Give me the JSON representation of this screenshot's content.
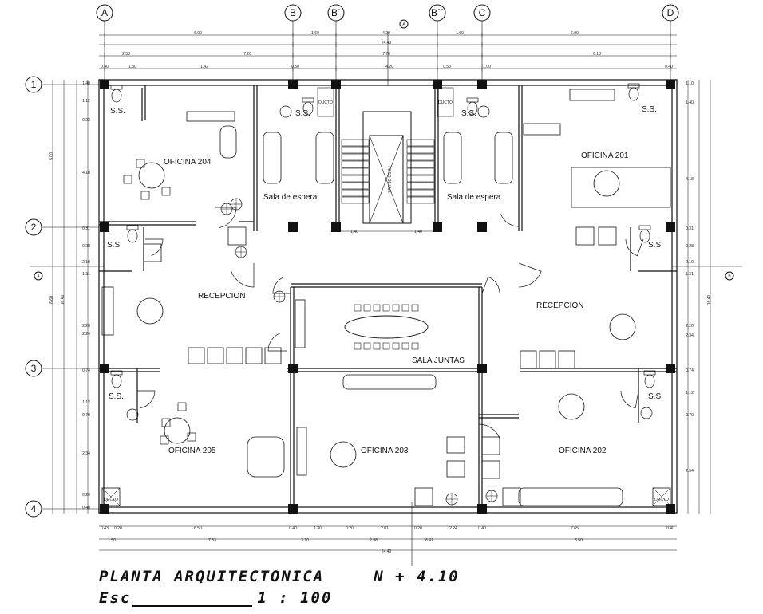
{
  "grid": {
    "columns": [
      "A",
      "B",
      "B´",
      "B´´",
      "C",
      "D"
    ],
    "rows": [
      "1",
      "2",
      "3",
      "4"
    ]
  },
  "rooms": {
    "oficina_204": "OFICINA 204",
    "oficina_201": "OFICINA 201",
    "oficina_205": "OFICINA 205",
    "oficina_203": "OFICINA 203",
    "oficina_202": "OFICINA 202",
    "recepcion_left": "RECEPCION",
    "recepcion_right": "RECEPCION",
    "sala_juntas": "SALA JUNTAS",
    "sala_espera_left": "Sala de espera",
    "sala_espera_right": "Sala de espera",
    "ss_1": "S.S.",
    "ss_2": "S.S.",
    "ss_3": "S.S.",
    "ss_4": "S.S.",
    "ss_5": "S.S.",
    "ss_6": "S.S.",
    "ss_7": "S.S.",
    "ducto_1": "DUCTO",
    "ducto_2": "DUCTO",
    "ducto_3": "DUCTO",
    "ducto_4": "DUCTO",
    "elevator": "FOSO DE LUZ"
  },
  "dimensions": {
    "top_row1": [
      "6.00",
      "1.60",
      "4.20",
      "1.60",
      "6.00"
    ],
    "top_total": "24.40",
    "top_row3": [
      "2.38",
      "7.20",
      "7.70",
      "6.18"
    ],
    "top_row4": [
      "0.40",
      "1.30",
      "1.42",
      "0.50",
      "4.20",
      "0.50",
      "1.00",
      "0.40"
    ],
    "bottom_row1": [
      "0.43",
      "0.20",
      "6.50",
      "0.40",
      "1.30",
      "0.20",
      "2.01",
      "0.20",
      "2.24",
      "0.40",
      "7.65",
      "0.40"
    ],
    "bottom_row2": [
      "1.50",
      "7.33",
      "3.70",
      "2.98",
      "6.41",
      "5.50"
    ],
    "bottom_total": "24.40",
    "left_outer": [
      "5.00",
      "6.60",
      "16.40"
    ],
    "left_inner": [
      "1.40",
      "1.12",
      "0.23",
      "4.18",
      "0.31",
      "0.28",
      "2.10",
      "1.31",
      "2.20",
      "2.24",
      "0.74",
      "1.12",
      "0.70",
      "2.34",
      "0.20",
      "0.40"
    ],
    "right_outer": "16.40",
    "right_inner": [
      "1.10",
      "1.40",
      "4.18",
      "0.31",
      "0.28",
      "2.10",
      "1.31",
      "2.20",
      "2.34",
      "0.74",
      "1.12",
      "0.70",
      "2.34"
    ],
    "stair": [
      "1.40",
      "1.40"
    ]
  },
  "title": {
    "main": "PLANTA ARQUITECTONICA",
    "level": "N + 4.10",
    "scale_label": "Esc",
    "scale": "1 : 100"
  },
  "section_markers": [
    "A",
    "B",
    "A"
  ]
}
